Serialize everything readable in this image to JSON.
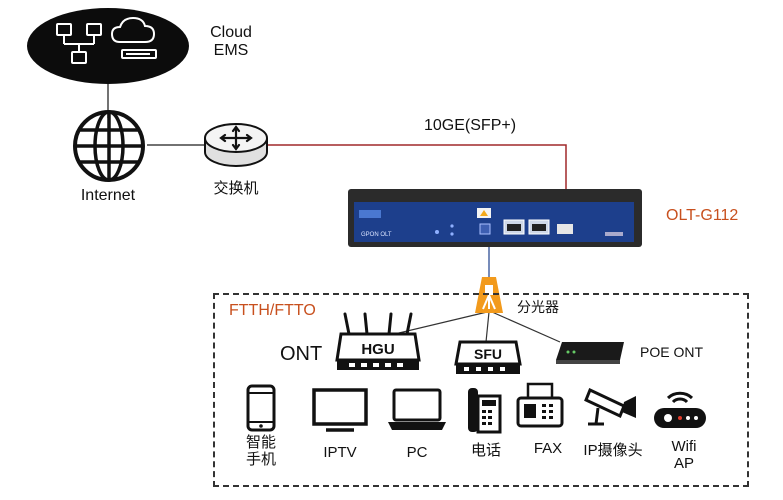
{
  "cloud": {
    "label_line1": "Cloud",
    "label_line2": "EMS"
  },
  "internet": {
    "label": "Internet"
  },
  "switch": {
    "label": "交换机"
  },
  "uplink": {
    "label": "10GE(SFP+)",
    "color": "#a0282a"
  },
  "olt": {
    "label": "OLT-G112",
    "panel_text": "GPON OLT",
    "color": "#1d3f8c"
  },
  "splitter": {
    "label": "分光器",
    "color": "#f29a1c"
  },
  "access_box": {
    "label": "FTTH/FTTO"
  },
  "ont": {
    "label": "ONT",
    "hgu_label": "HGU",
    "sfu_label": "SFU",
    "poe_label": "POE ONT"
  },
  "terminals": [
    {
      "line1": "智能",
      "line2": "手机"
    },
    {
      "line1": "IPTV"
    },
    {
      "line1": "PC"
    },
    {
      "line1": "电话"
    },
    {
      "line1": "FAX"
    },
    {
      "line1": "IP摄像头"
    },
    {
      "line1": "Wifi",
      "line2": "AP"
    }
  ],
  "colors": {
    "accent_orange": "#c8501e",
    "olt_blue": "#1d3f8c",
    "dark": "#1a1a1a"
  }
}
